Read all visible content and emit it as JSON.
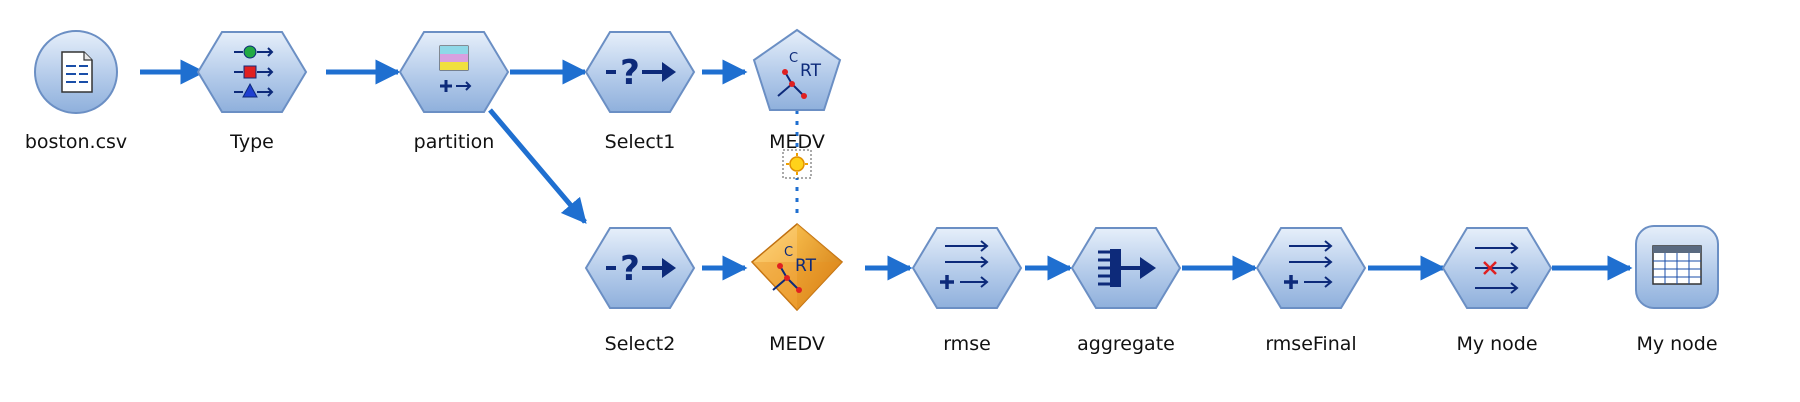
{
  "nodes": [
    {
      "id": "n1",
      "label": "boston.csv",
      "type": "source-file"
    },
    {
      "id": "n2",
      "label": "Type",
      "type": "type"
    },
    {
      "id": "n3",
      "label": "partition",
      "type": "partition"
    },
    {
      "id": "n4",
      "label": "Select1",
      "type": "select"
    },
    {
      "id": "n5",
      "label": "MEDV",
      "type": "cart-model"
    },
    {
      "id": "n6",
      "label": "Select2",
      "type": "select"
    },
    {
      "id": "n7",
      "label": "MEDV",
      "type": "cart-nugget"
    },
    {
      "id": "n8",
      "label": "rmse",
      "type": "derive"
    },
    {
      "id": "n9",
      "label": "aggregate",
      "type": "aggregate"
    },
    {
      "id": "n10",
      "label": "rmseFinal",
      "type": "derive"
    },
    {
      "id": "n11",
      "label": "My node",
      "type": "filter"
    },
    {
      "id": "n12",
      "label": "My node",
      "type": "table"
    }
  ],
  "connections": [
    {
      "from": "n1",
      "to": "n2"
    },
    {
      "from": "n2",
      "to": "n3"
    },
    {
      "from": "n3",
      "to": "n4"
    },
    {
      "from": "n4",
      "to": "n5"
    },
    {
      "from": "n3",
      "to": "n6"
    },
    {
      "from": "n6",
      "to": "n7"
    },
    {
      "from": "n7",
      "to": "n8"
    },
    {
      "from": "n8",
      "to": "n9"
    },
    {
      "from": "n9",
      "to": "n10"
    },
    {
      "from": "n10",
      "to": "n11"
    },
    {
      "from": "n11",
      "to": "n12"
    }
  ],
  "model_link": {
    "from": "n5",
    "to": "n7",
    "style": "dotted",
    "marker": "refresh-star-icon"
  },
  "colors": {
    "connector": "#1f6fd0",
    "node_fill": "#b8cdea",
    "node_stroke": "#6b8fc4",
    "nugget": "#f0a830",
    "glyph": "#0d2a7a"
  }
}
